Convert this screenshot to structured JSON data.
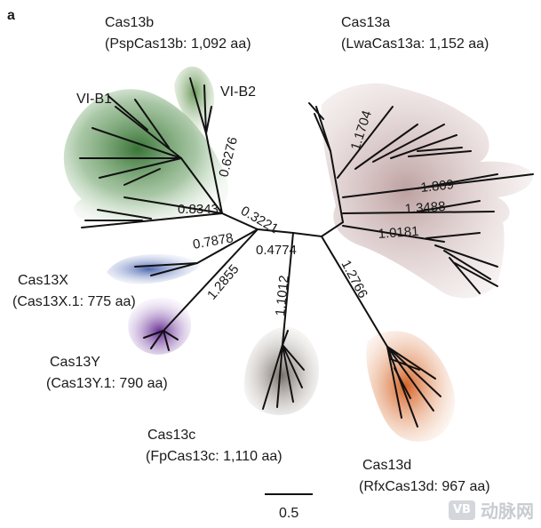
{
  "panel_label": "a",
  "clades": {
    "cas13a": {
      "name": "Cas13a",
      "protein": "(LwaCas13a: 1,152 aa)"
    },
    "cas13b": {
      "name": "Cas13b",
      "protein": "(PspCas13b: 1,092 aa)",
      "sub1": "VI-B1",
      "sub2": "VI-B2"
    },
    "cas13x": {
      "name": "Cas13X",
      "protein": "(Cas13X.1: 775 aa)"
    },
    "cas13y": {
      "name": "Cas13Y",
      "protein": "(Cas13Y.1: 790 aa)"
    },
    "cas13c": {
      "name": "Cas13c",
      "protein": "(FpCas13c: 1,110 aa)"
    },
    "cas13d": {
      "name": "Cas13d",
      "protein": "(RfxCas13d: 967 aa)"
    }
  },
  "branch_lengths": {
    "b_1_1704": "1.1704",
    "b_1_809": "1.809",
    "b_1_3488": "1.3488",
    "b_1_0181": "1.0181",
    "b_1_2766": "1.2766",
    "b_1_1012": "1.1012",
    "b_0_4774": "0.4774",
    "b_1_2855": "1.2855",
    "b_0_7878": "0.7878",
    "b_0_8343": "0.8343",
    "b_0_3221": "0.3221",
    "b_0_6276": "0.6276"
  },
  "scale_bar": {
    "label": "0.5"
  },
  "watermark": {
    "badge": "VB",
    "text": "动脉网"
  },
  "colors": {
    "cas13a": "#b48c8c",
    "cas13b": "#3d7a3a",
    "cas13x": "#4a66b0",
    "cas13y": "#6a2a9a",
    "cas13c": "#6e645c",
    "cas13d": "#d8692a"
  }
}
